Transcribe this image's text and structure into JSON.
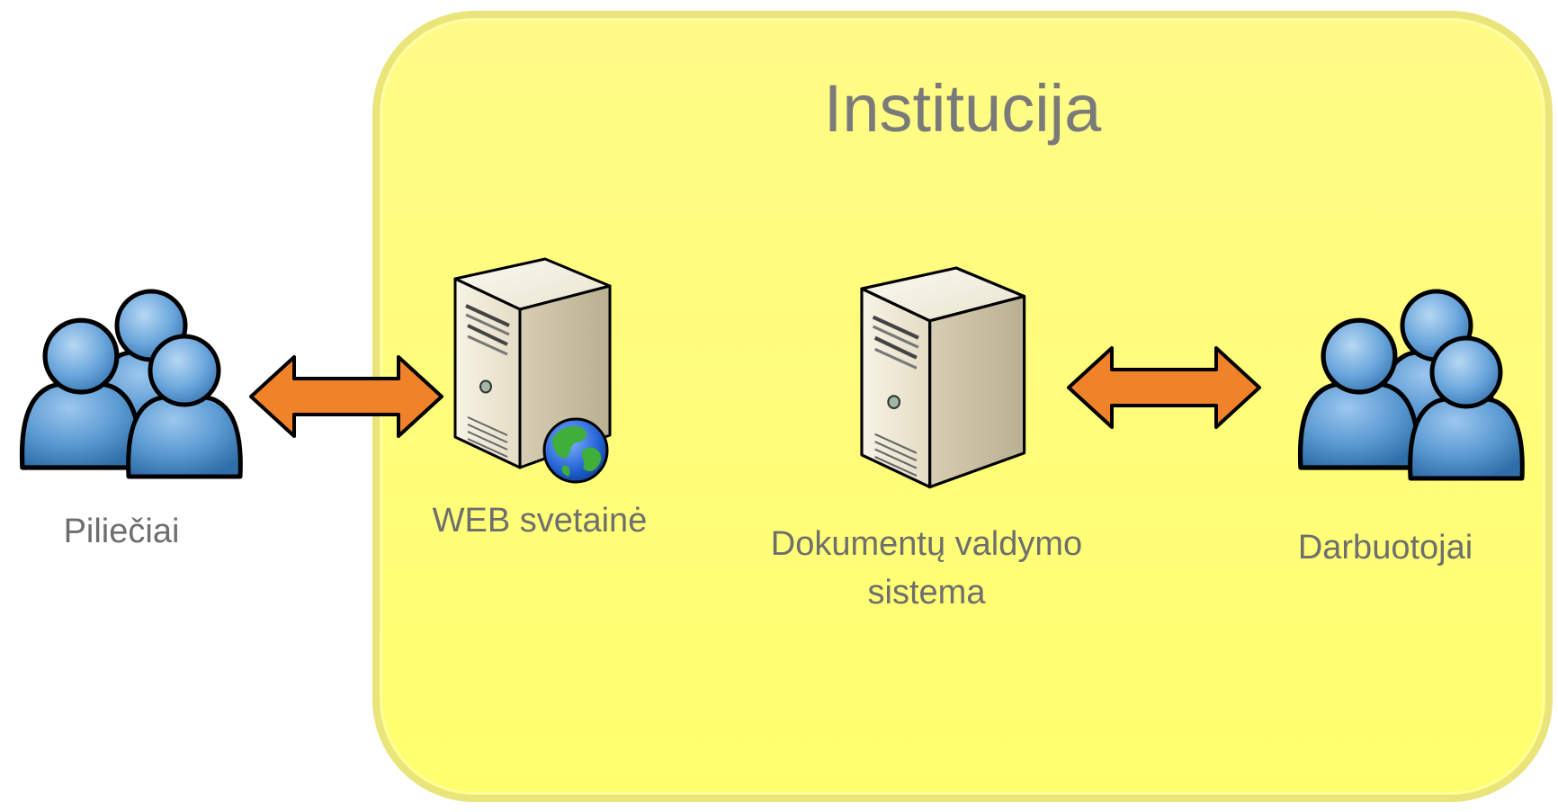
{
  "institution": {
    "title": "Institucija",
    "fill_color": "#ffff77",
    "border_color": "#e6e66a"
  },
  "nodes": {
    "citizens": {
      "label": "Piliečiai",
      "icon": "users-group-icon"
    },
    "web_site": {
      "label": "WEB svetainė",
      "icon": "web-server-icon"
    },
    "dms": {
      "line1": "Dokumentų valdymo",
      "line2": "sistema",
      "icon": "server-icon"
    },
    "employees": {
      "label": "Darbuotojai",
      "icon": "users-group-icon"
    }
  },
  "connectors": [
    {
      "from": "citizens",
      "to": "web_site",
      "type": "bidirectional-arrow"
    },
    {
      "from": "dms",
      "to": "employees",
      "type": "bidirectional-arrow"
    }
  ],
  "colors": {
    "arrow": "#f0822a",
    "person": "#5b9bd5",
    "label": "#6e6e6e"
  }
}
